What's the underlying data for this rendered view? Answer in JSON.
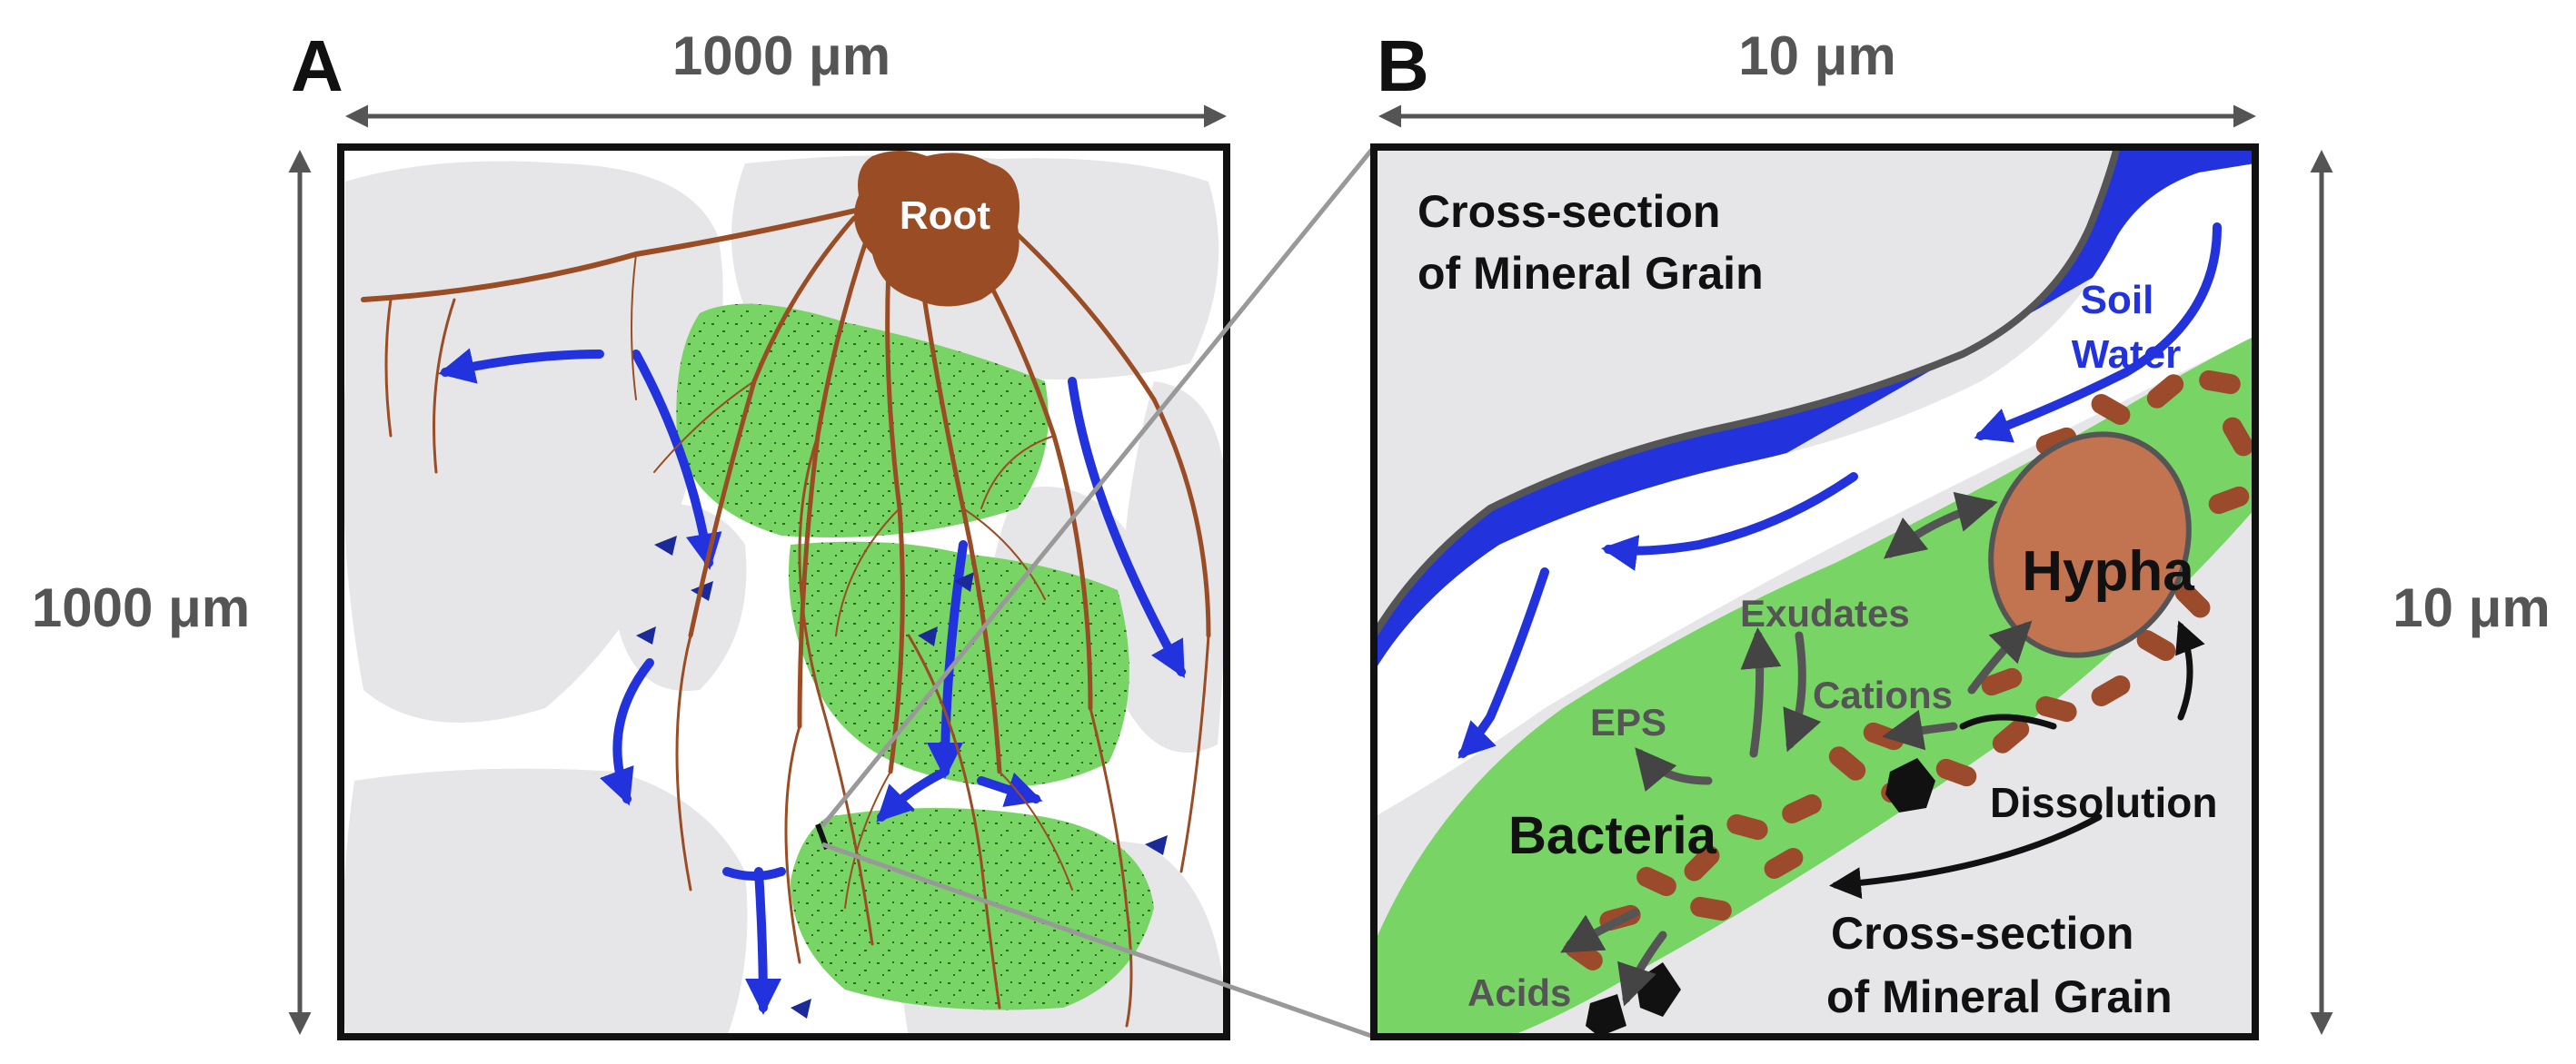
{
  "colors": {
    "grain": "#e6e6e8",
    "pore": "#ffffff",
    "biofilm": "#78d464",
    "root": "#9a4d25",
    "hypha": "#c27350",
    "bacteria": "#9b4a2c",
    "water": "#2233dd",
    "water_dark": "#1a2a99",
    "arrow_gray": "#555555",
    "mineral_black": "#111111",
    "frame": "#111111"
  },
  "panel_a": {
    "letter": "A",
    "width_label": "1000 μm",
    "height_label": "1000 μm",
    "root_label": "Root"
  },
  "panel_b": {
    "letter": "B",
    "width_label": "10 μm",
    "height_label": "10 μm",
    "grain_top_label_1": "Cross-section",
    "grain_top_label_2": "of Mineral Grain",
    "water_label_1": "Soil",
    "water_label_2": "Water",
    "hypha_label": "Hypha",
    "exudates_label": "Exudates",
    "cations_label": "Cations",
    "eps_label": "EPS",
    "bacteria_label": "Bacteria",
    "dissolution_label": "Dissolution",
    "grain_bottom_label_1": "Cross-section",
    "grain_bottom_label_2": "of Mineral Grain",
    "acids_label": "Acids"
  }
}
